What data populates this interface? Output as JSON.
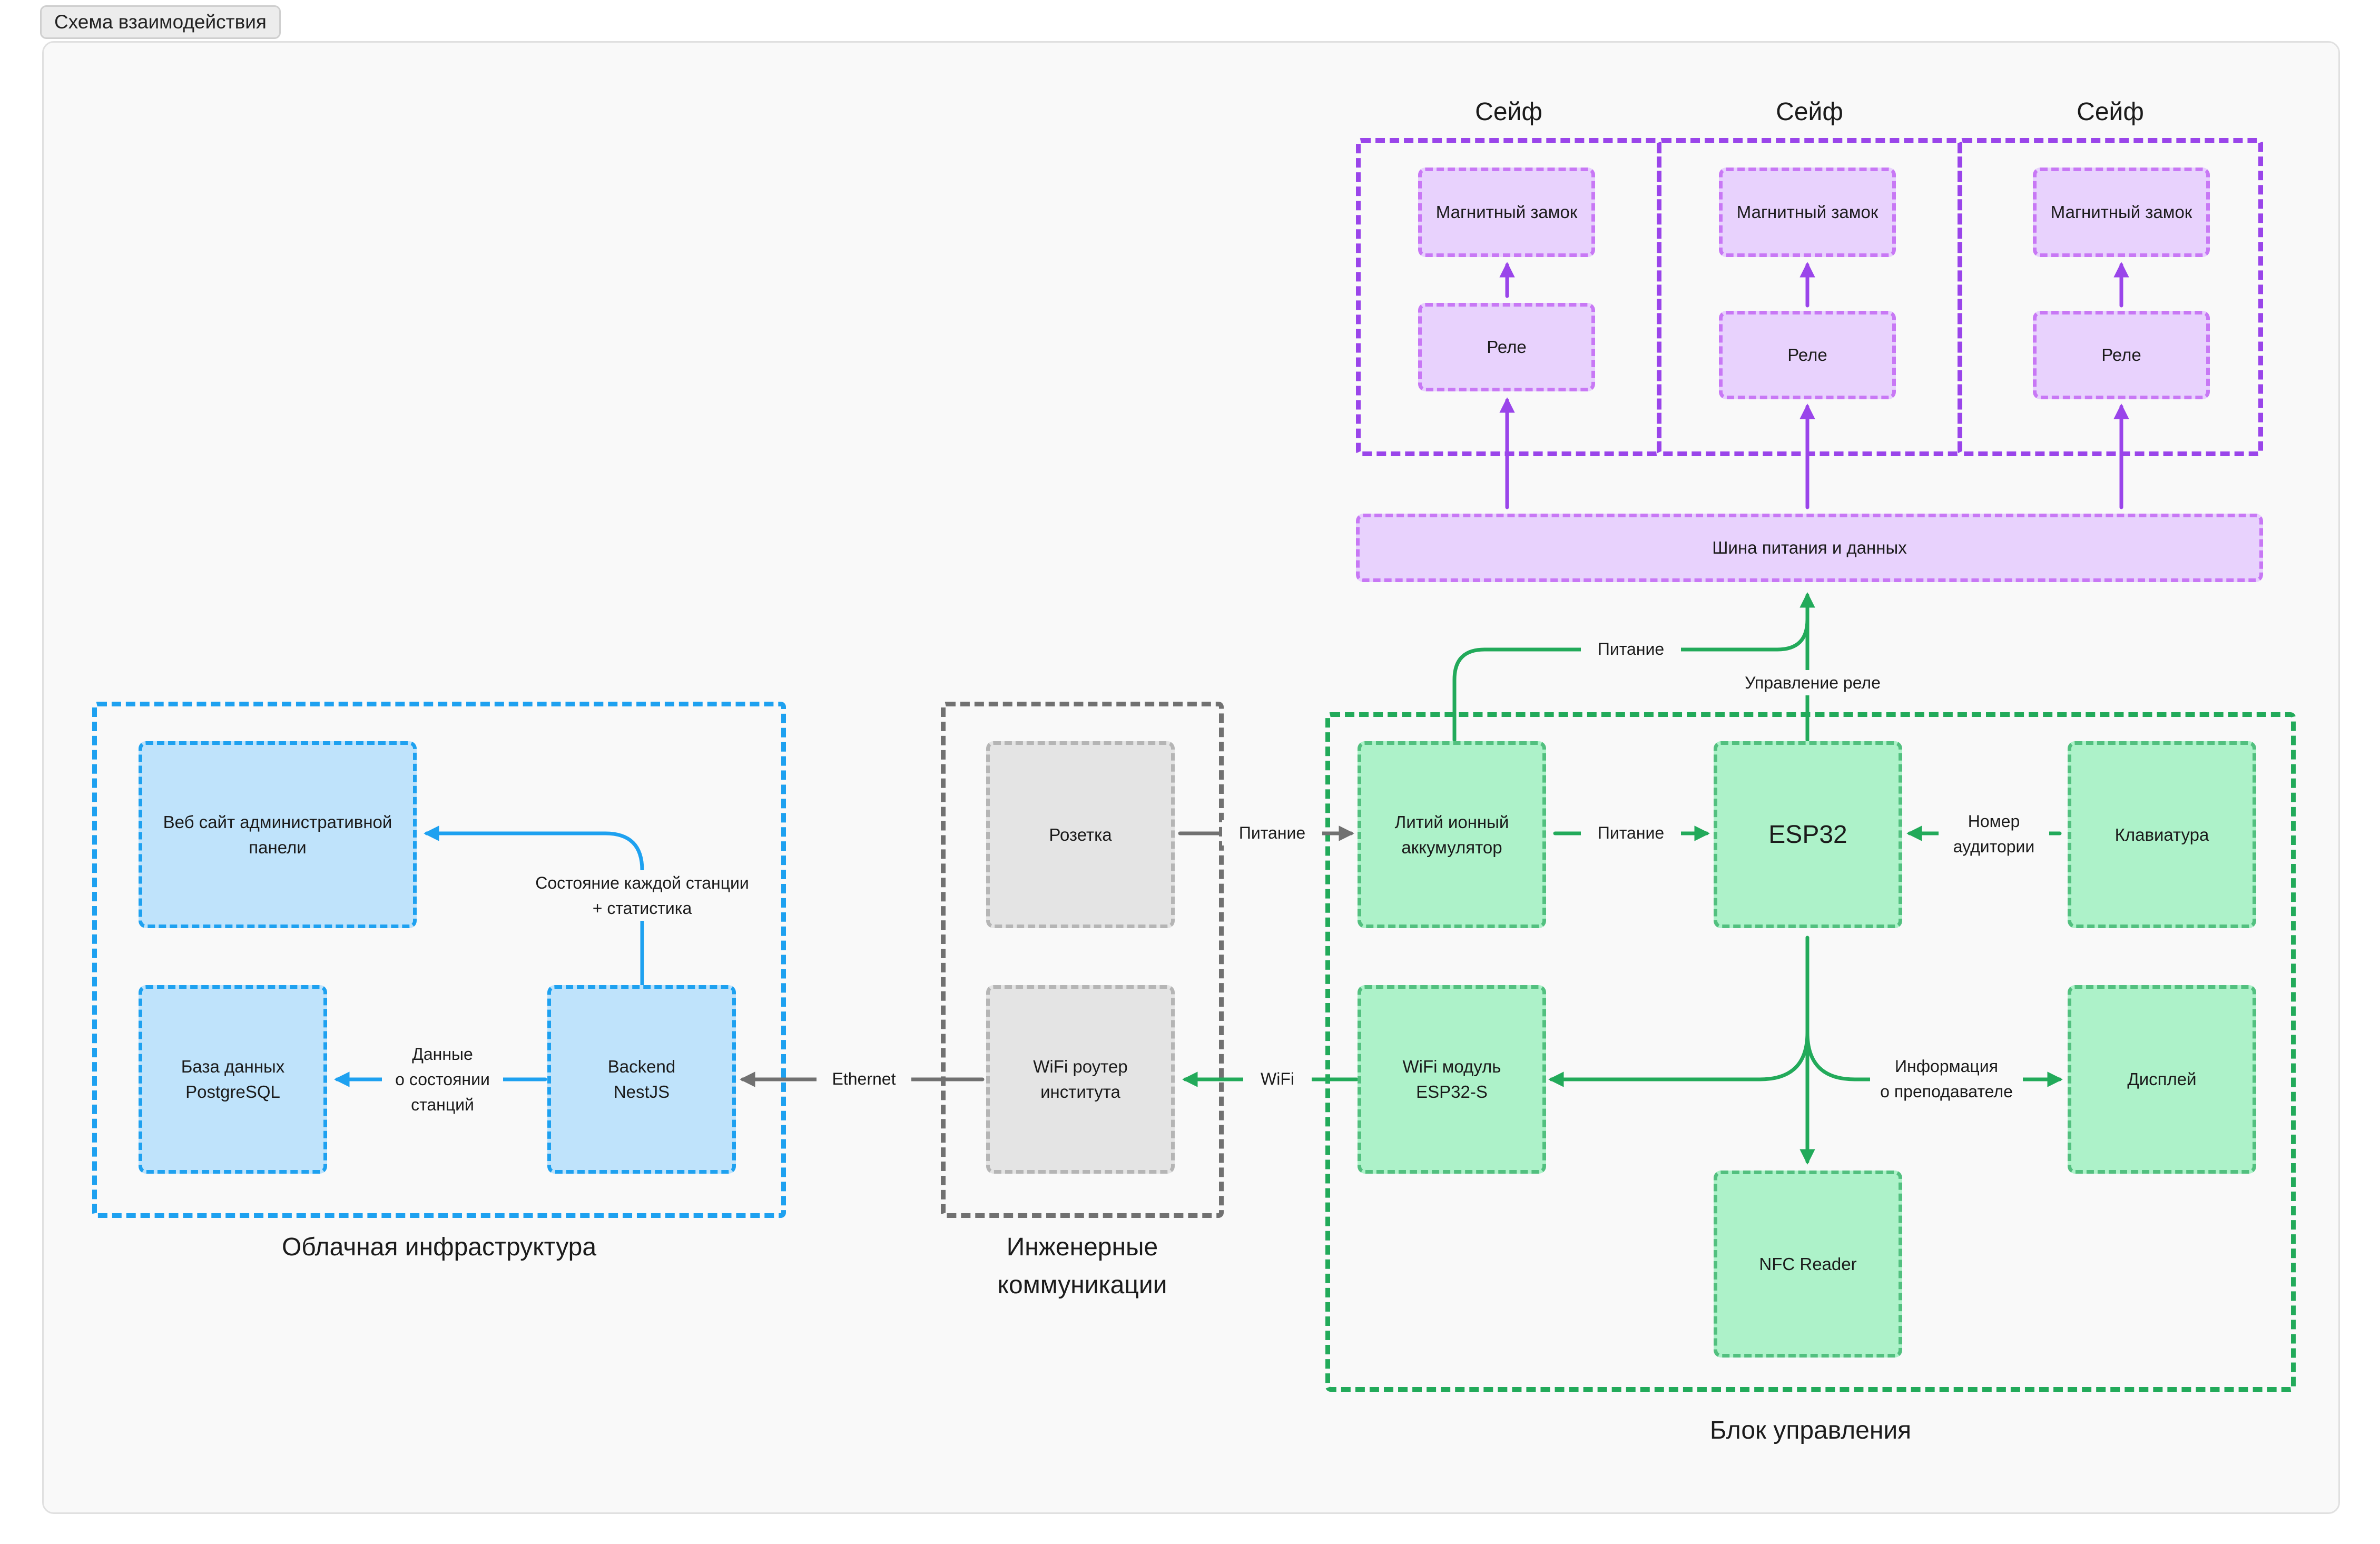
{
  "tab_label": "Схема взаимодействия",
  "groups": {
    "cloud": "Облачная инфраструктура",
    "engineering": "Инженерные\nкоммуникации",
    "control": "Блок управления",
    "safe": "Сейф"
  },
  "nodes": {
    "web_admin": "Веб сайт административной панели",
    "database": "База данных\nPostgreSQL",
    "backend": "Backend\nNestJS",
    "socket": "Розетка",
    "router": "WiFi  роутер\nинститута",
    "battery": "Литий ионный\nаккумулятор",
    "esp32": "ESP32",
    "keyboard": "Клавиатура",
    "wifi_module": "WiFi модуль\nESP32-S",
    "display": "Дисплей",
    "nfc": "NFC Reader",
    "bus": "Шина питания и данных",
    "lock": "Магнитный замок",
    "relay": "Реле"
  },
  "edges": {
    "state_stats": "Состояние каждой станции\n+ статистика",
    "db_data": "Данные\nо состоянии\nстанций",
    "ethernet": "Ethernet",
    "socket_power": "Питание",
    "battery_power": "Питание",
    "room_number": "Номер\nаудитории",
    "wifi": "WiFi",
    "teacher_info": "Информация\nо преподавателе",
    "bus_power": "Питание",
    "relay_control": "Управление реле"
  },
  "colors": {
    "blue": "#1ea1f0",
    "gray": "#717171",
    "green": "#22aa5a",
    "purple": "#9a45ea"
  }
}
